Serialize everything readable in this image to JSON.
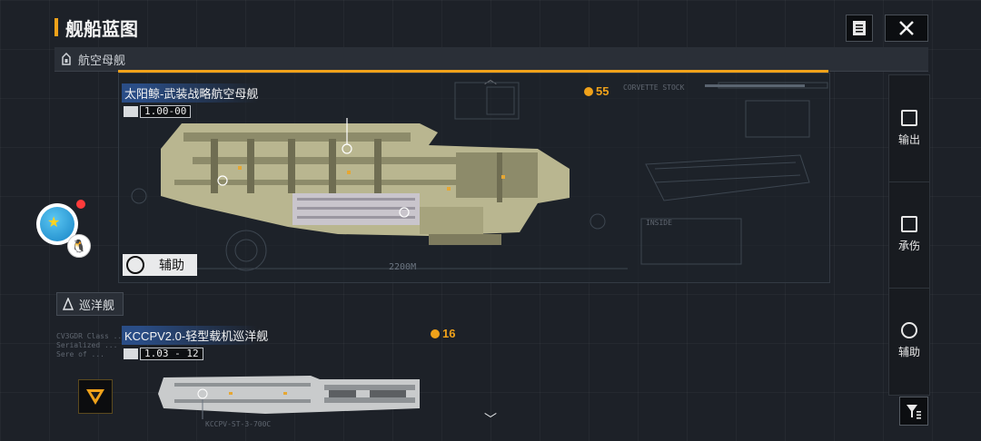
{
  "header": {
    "title": "舰船蓝图"
  },
  "category_bar": {
    "label": "航空母舰"
  },
  "carrier": {
    "name": "太阳鲸-武装战略航空母舰",
    "version": "1.00-00",
    "cost": "55",
    "role": "辅助",
    "scale_label": "2200M"
  },
  "cruiser_category": {
    "label": "巡洋舰"
  },
  "cruiser": {
    "name": "KCCPV2.0-轻型载机巡洋舰",
    "version": "1.03 - 12",
    "cost": "16",
    "code": "KCCPV-ST-3-700C"
  },
  "side_menu": {
    "items": [
      {
        "label": "输出",
        "icon": "export-icon"
      },
      {
        "label": "承伤",
        "icon": "shield-icon"
      },
      {
        "label": "辅助",
        "icon": "support-icon"
      }
    ]
  },
  "colors": {
    "accent": "#f0a21a",
    "name_highlight": "#2a4d86",
    "background": "#1d2128"
  }
}
